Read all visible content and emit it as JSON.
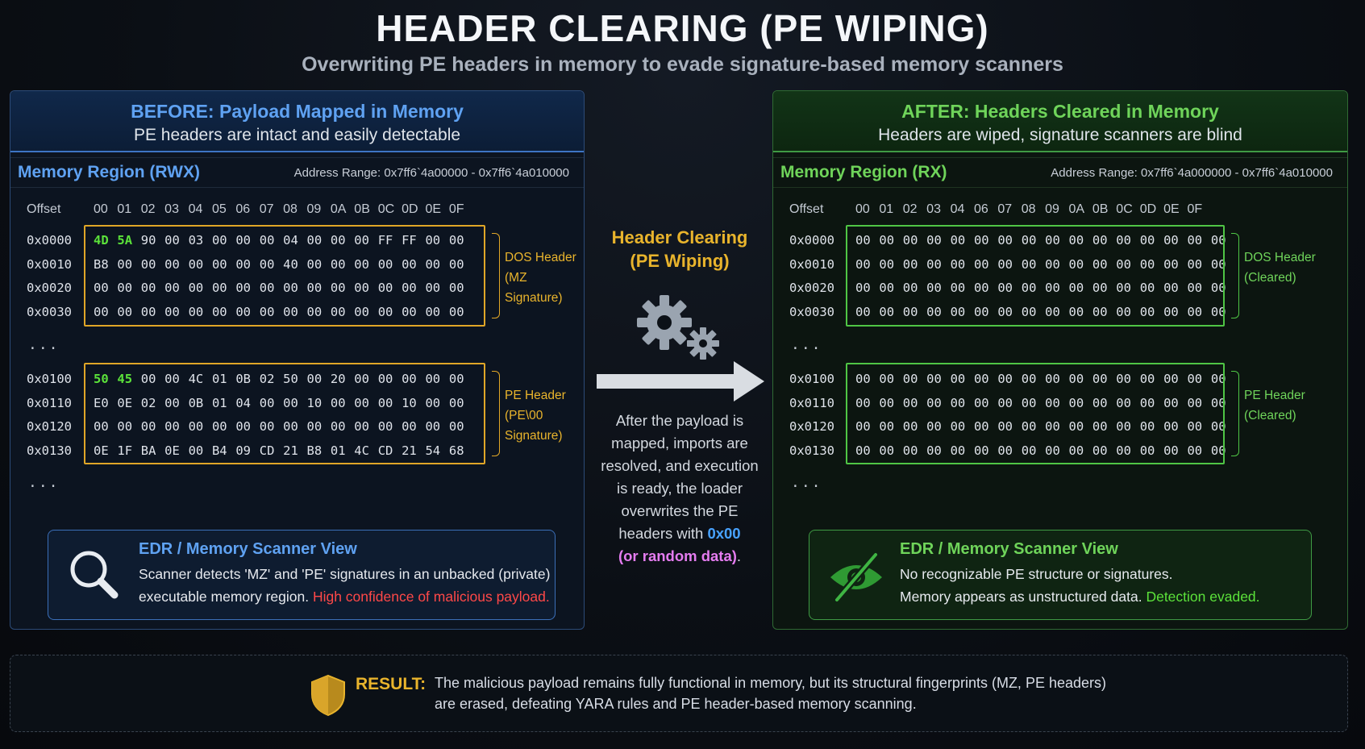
{
  "title": "HEADER CLEARING (PE WIPING)",
  "subtitle": "Overwriting PE headers in memory to evade signature-based memory scanners",
  "before": {
    "heading": "BEFORE: Payload Mapped in Memory",
    "subheading": "PE headers are intact and easily detectable",
    "region_title": "Memory Region (RWX)",
    "address_range": "Address Range: 0x7ff6`4a00000 - 0x7ff6`4a010000",
    "offset_label": "Offset",
    "columns": [
      "00",
      "01",
      "02",
      "03",
      "04",
      "05",
      "06",
      "07",
      "08",
      "09",
      "0A",
      "0B",
      "0C",
      "0D",
      "0E",
      "0F"
    ],
    "block1": {
      "offsets": [
        "0x0000",
        "0x0010",
        "0x0020",
        "0x0030"
      ],
      "rows": [
        [
          "4D",
          "5A",
          "90",
          "00",
          "03",
          "00",
          "00",
          "00",
          "04",
          "00",
          "00",
          "00",
          "FF",
          "FF",
          "00",
          "00"
        ],
        [
          "B8",
          "00",
          "00",
          "00",
          "00",
          "00",
          "00",
          "00",
          "40",
          "00",
          "00",
          "00",
          "00",
          "00",
          "00",
          "00"
        ],
        [
          "00",
          "00",
          "00",
          "00",
          "00",
          "00",
          "00",
          "00",
          "00",
          "00",
          "00",
          "00",
          "00",
          "00",
          "00",
          "00"
        ],
        [
          "00",
          "00",
          "00",
          "00",
          "00",
          "00",
          "00",
          "00",
          "00",
          "00",
          "00",
          "00",
          "00",
          "00",
          "00",
          "00"
        ]
      ],
      "label_line1": "DOS Header",
      "label_line2": "(MZ Signature)"
    },
    "ellipsis": "...",
    "block2": {
      "offsets": [
        "0x0100",
        "0x0110",
        "0x0120",
        "0x0130"
      ],
      "rows": [
        [
          "50",
          "45",
          "00",
          "00",
          "4C",
          "01",
          "0B",
          "02",
          "50",
          "00",
          "20",
          "00",
          "00",
          "00",
          "00",
          "00"
        ],
        [
          "E0",
          "0E",
          "02",
          "00",
          "0B",
          "01",
          "04",
          "00",
          "00",
          "10",
          "00",
          "00",
          "00",
          "10",
          "00",
          "00"
        ],
        [
          "00",
          "00",
          "00",
          "00",
          "00",
          "00",
          "00",
          "00",
          "00",
          "00",
          "00",
          "00",
          "00",
          "00",
          "00",
          "00"
        ],
        [
          "0E",
          "1F",
          "BA",
          "0E",
          "00",
          "B4",
          "09",
          "CD",
          "21",
          "B8",
          "01",
          "4C",
          "CD",
          "21",
          "54",
          "68"
        ]
      ],
      "label_line1": "PE Header",
      "label_line2": "(PE\\00 Signature)"
    },
    "scanner": {
      "title": "EDR / Memory Scanner View",
      "line1": "Scanner detects 'MZ' and 'PE' signatures in an unbacked (private)",
      "line2_plain": "executable memory region.",
      "line2_alert": "High confidence of malicious payload."
    }
  },
  "after": {
    "heading": "AFTER: Headers Cleared in Memory",
    "subheading": "Headers are wiped, signature scanners are blind",
    "region_title": "Memory Region (RX)",
    "address_range": "Address Range: 0x7ff6`4a000000 - 0x7ff6`4a010000",
    "offset_label": "Offset",
    "columns": [
      "00",
      "01",
      "02",
      "03",
      "04",
      "06",
      "07",
      "08",
      "09",
      "0A",
      "0B",
      "0C",
      "0D",
      "0E",
      "0F"
    ],
    "block1": {
      "offsets": [
        "0x0000",
        "0x0010",
        "0x0020",
        "0x0030"
      ],
      "rows": [
        [
          "00",
          "00",
          "00",
          "00",
          "00",
          "00",
          "00",
          "00",
          "00",
          "00",
          "00",
          "00",
          "00",
          "00",
          "00",
          "00"
        ],
        [
          "00",
          "00",
          "00",
          "00",
          "00",
          "00",
          "00",
          "00",
          "00",
          "00",
          "00",
          "00",
          "00",
          "00",
          "00",
          "00"
        ],
        [
          "00",
          "00",
          "00",
          "00",
          "00",
          "00",
          "00",
          "00",
          "00",
          "00",
          "00",
          "00",
          "00",
          "00",
          "00",
          "00"
        ],
        [
          "00",
          "00",
          "00",
          "00",
          "00",
          "00",
          "00",
          "00",
          "00",
          "00",
          "00",
          "00",
          "00",
          "00",
          "00",
          "00"
        ]
      ],
      "label_line1": "DOS Header",
      "label_line2": "(Cleared)"
    },
    "ellipsis": "...",
    "block2": {
      "offsets": [
        "0x0100",
        "0x0110",
        "0x0120",
        "0x0130"
      ],
      "rows": [
        [
          "00",
          "00",
          "00",
          "00",
          "00",
          "00",
          "00",
          "00",
          "00",
          "00",
          "00",
          "00",
          "00",
          "00",
          "00",
          "00"
        ],
        [
          "00",
          "00",
          "00",
          "00",
          "00",
          "00",
          "00",
          "00",
          "00",
          "00",
          "00",
          "00",
          "00",
          "00",
          "00",
          "00"
        ],
        [
          "00",
          "00",
          "00",
          "00",
          "00",
          "00",
          "00",
          "00",
          "00",
          "00",
          "00",
          "00",
          "00",
          "00",
          "00",
          "00"
        ],
        [
          "00",
          "00",
          "00",
          "00",
          "00",
          "00",
          "00",
          "00",
          "00",
          "00",
          "00",
          "00",
          "00",
          "00",
          "00",
          "00"
        ]
      ],
      "label_line1": "PE Header",
      "label_line2": "(Cleared)"
    },
    "scanner": {
      "title": "EDR / Memory Scanner View",
      "line1": "No recognizable PE structure or signatures.",
      "line2_plain": "Memory appears as unstructured data.",
      "line2_alert": "Detection evaded."
    }
  },
  "center": {
    "title_line1": "Header Clearing",
    "title_line2": "(PE Wiping)",
    "text_lines": [
      "After the payload is",
      "mapped, imports are",
      "resolved, and execution",
      "is ready, the loader",
      "overwrites the PE"
    ],
    "text_last_prefix": "headers with",
    "text_last_value": "0x00",
    "text_alt": "(or random data)",
    "text_end": "."
  },
  "result": {
    "label": "RESULT:",
    "line1": "The malicious payload remains fully functional in memory, but its structural fingerprints (MZ, PE headers)",
    "line2": "are erased, defeating YARA rules and PE header-based memory scanning."
  },
  "colors": {
    "before_accent": "#5fa2f2",
    "after_accent": "#6fd45a",
    "highlight_bytes": "#5be23a",
    "warning": "#ff4848",
    "amber": "#e9b42c"
  },
  "icons": {
    "before_scanner": "magnifier-icon",
    "after_scanner": "eye-slash-icon",
    "center": "gears-icon",
    "flow": "arrow-right-icon",
    "result": "shield-icon"
  }
}
